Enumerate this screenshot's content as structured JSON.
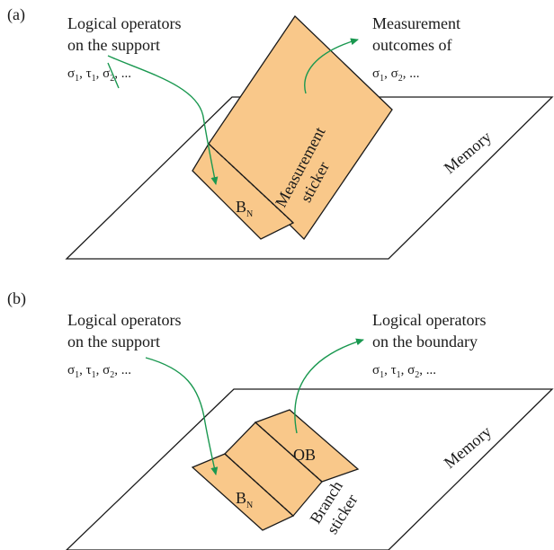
{
  "panel_a": {
    "tag": "(a)",
    "left_label": [
      "Logical operators",
      "on the support"
    ],
    "left_symbols": [
      "σ",
      "1",
      ", τ",
      "1",
      ", σ",
      "2",
      ", ..."
    ],
    "right_label": [
      "Measurement",
      "outcomes of"
    ],
    "right_symbols": [
      "σ",
      "1",
      ", σ",
      "2",
      ", ..."
    ],
    "plane_label": "Memory",
    "sticker_label": [
      "Measurement",
      "sticker"
    ],
    "boundary_label": [
      "B",
      "N"
    ]
  },
  "panel_b": {
    "tag": "(b)",
    "left_label": [
      "Logical operators",
      "on the support"
    ],
    "left_symbols": [
      "σ",
      "1",
      ", τ",
      "1",
      ", σ",
      "2",
      ", ..."
    ],
    "right_label": [
      "Logical operators",
      "on the boundary"
    ],
    "right_symbols": [
      "σ",
      "1",
      ", τ",
      "1",
      ", σ",
      "2",
      ", ..."
    ],
    "plane_label": "Memory",
    "sticker_label": [
      "Branch",
      "sticker"
    ],
    "boundary_label": [
      "B",
      "N"
    ],
    "ob_label": "OB"
  },
  "colors": {
    "sticker_fill": "#f9c88a",
    "arrow": "#1a9850",
    "outline": "#1a1a1a"
  }
}
